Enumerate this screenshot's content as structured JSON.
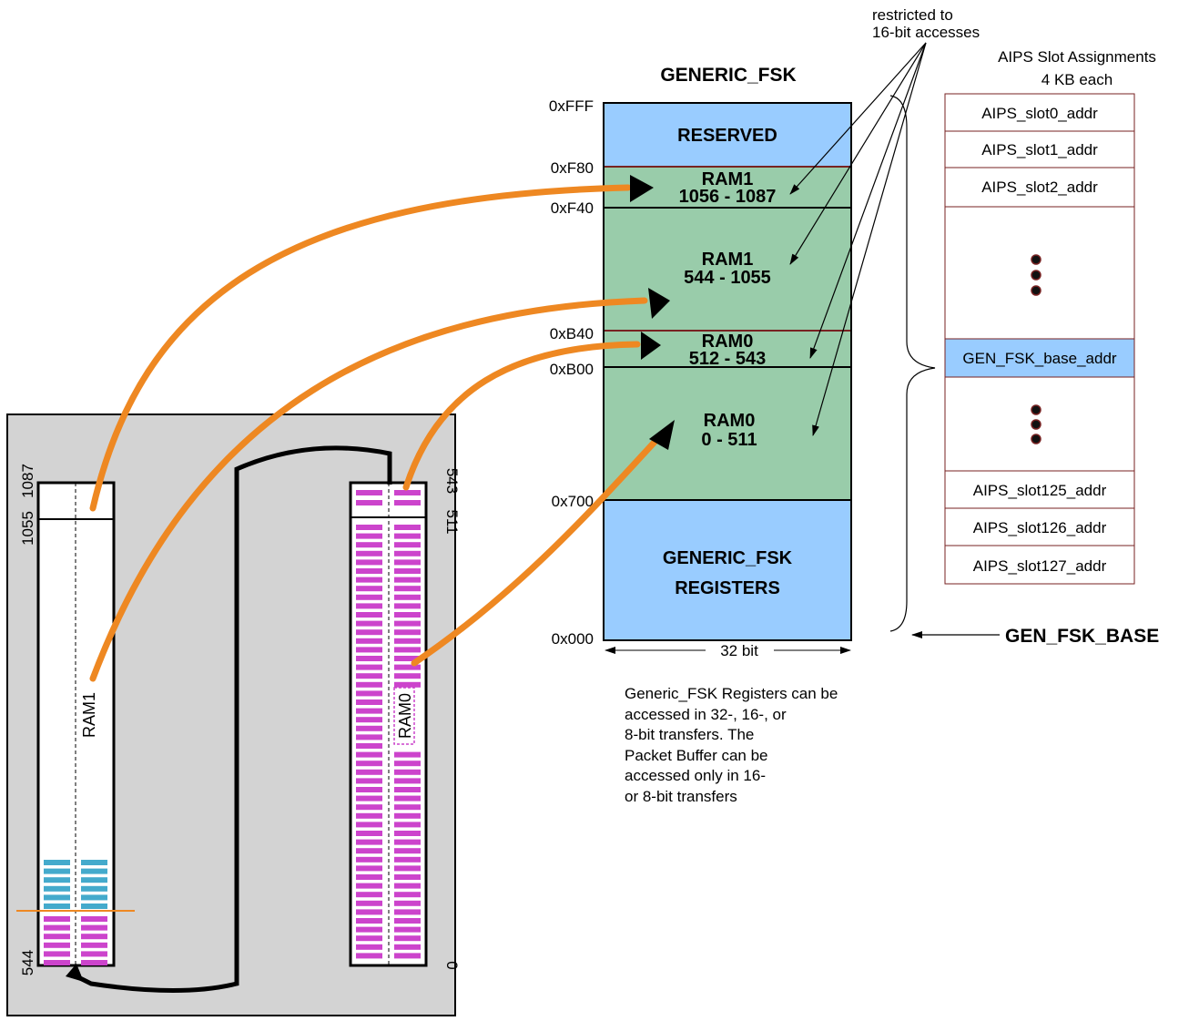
{
  "memory_map": {
    "title": "GENERIC_FSK",
    "regions": [
      {
        "name": "RESERVED",
        "range": ""
      },
      {
        "name": "RAM1",
        "range": "1056 - 1087"
      },
      {
        "name": "RAM1",
        "range": "544 - 1055"
      },
      {
        "name": "RAM0",
        "range": "512 - 543"
      },
      {
        "name": "RAM0",
        "range": "0 - 511"
      },
      {
        "name": "GENERIC_FSK",
        "range": "REGISTERS"
      }
    ],
    "addresses": [
      "0xFFF",
      "0xF80",
      "0xF40",
      "0xB40",
      "0xB00",
      "0x700",
      "0x000"
    ],
    "width_label": "32 bit",
    "restriction_note": [
      "restricted to",
      "16-bit accesses"
    ]
  },
  "aips": {
    "title": [
      "AIPS Slot Assignments",
      "4 KB each"
    ],
    "slots_top": [
      "AIPS_slot0_addr",
      "AIPS_slot1_addr",
      "AIPS_slot2_addr"
    ],
    "highlight": "GEN_FSK_base_addr",
    "slots_bottom": [
      "AIPS_slot125_addr",
      "AIPS_slot126_addr",
      "AIPS_slot127_addr"
    ],
    "base_label": "GEN_FSK_BASE"
  },
  "ram_panel": {
    "ram1_label": "RAM1",
    "ram0_label": "RAM0",
    "ram1_index_labels": [
      "1087",
      "1055",
      "544"
    ],
    "ram0_index_labels": [
      "543",
      "511",
      "0"
    ]
  },
  "note": [
    "Generic_FSK Registers can be",
    "accessed in 32-, 16-, or",
    "8-bit transfers. The",
    "Packet Buffer can be",
    "accessed only in 16-",
    "or 8-bit transfers"
  ],
  "colors": {
    "reserved_blue": "#99CCFF",
    "ram_green": "#99CCAA",
    "arrow_orange": "#EE8822",
    "pink_cell": "#CC44CC",
    "cyan_cell": "#44AACC",
    "panel_gray": "#D3D3D3",
    "border_maroon": "#772222"
  }
}
